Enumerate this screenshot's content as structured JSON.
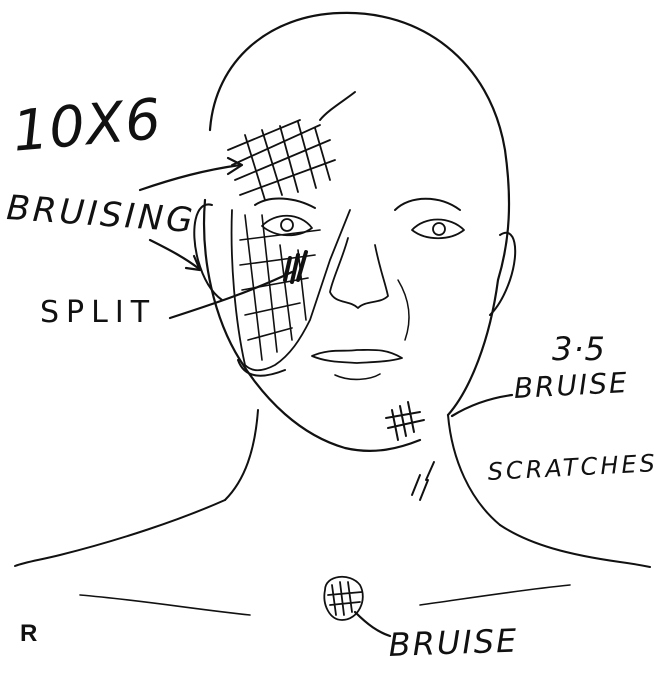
{
  "annotations": {
    "forehead_size": "10X6",
    "forehead_label": "BRUISING",
    "cheek_label": "SPLIT",
    "jaw_size": "3·5",
    "jaw_label": "BRUISE",
    "neck_label": "SCRATCHES",
    "chest_label": "BRUISE"
  },
  "side_marker": "R",
  "colors": {
    "ink": "#111111",
    "paper": "#ffffff"
  }
}
